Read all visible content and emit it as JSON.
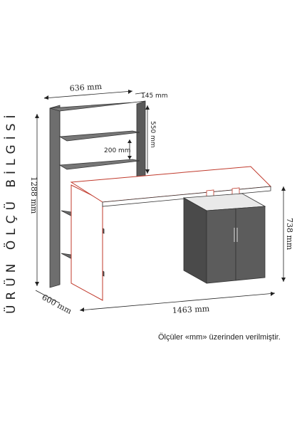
{
  "side_title": "ÜRÜN ÖLÇÜ BİLGİSİ",
  "dimensions": {
    "shelf_width": "636 mm",
    "shelf_depth": "145 mm",
    "shelf_gap": "550 mm",
    "compartment": "200 mm",
    "total_height": "1288 mm",
    "desk_height": "738 mm",
    "depth": "600 mm",
    "total_width": "1463 mm"
  },
  "note": "Ölçüler «mm» üzerinden verilmiştir.",
  "colors": {
    "panel": "#6e6e6e",
    "panel_dark": "#4a4a4a",
    "top": "#ffffff",
    "accent_edge": "#c0392b"
  }
}
